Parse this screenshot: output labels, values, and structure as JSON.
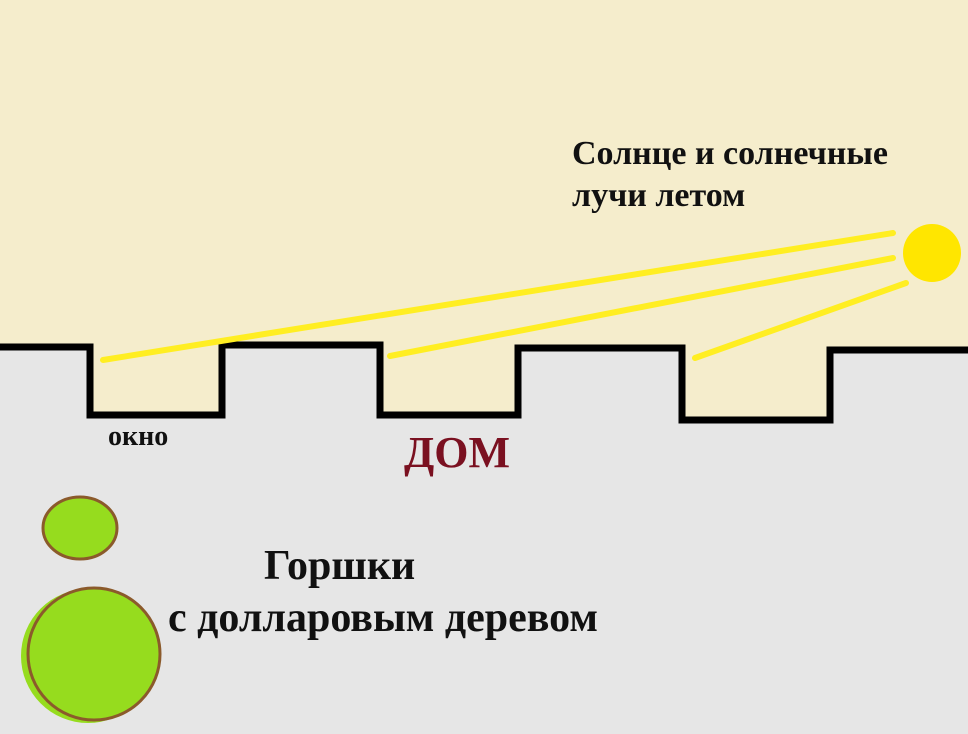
{
  "labels": {
    "sun_line1": "Солнце и солнечные",
    "sun_line2": "лучи летом",
    "window": "окно",
    "house": "ДОМ",
    "pots_line1": "Горшки",
    "pots_line2": "с долларовым деревом"
  },
  "colors": {
    "sky": "#f5edcc",
    "room": "#e6e6e6",
    "wall": "#000000",
    "sun": "#ffe600",
    "ray": "#ffee22",
    "house_label": "#7a1020",
    "pot_fill": "#96dc1e",
    "pot_outline": "#8b5a2b"
  }
}
